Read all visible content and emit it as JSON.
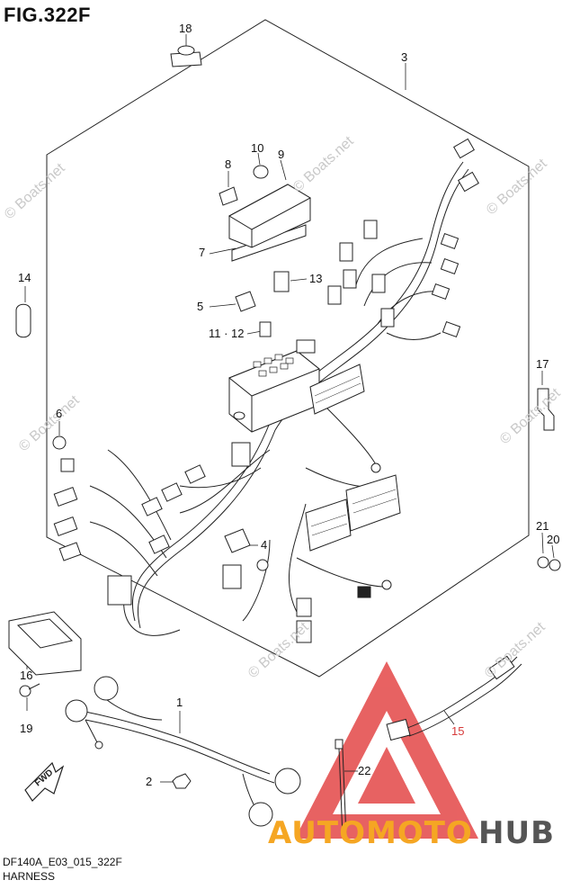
{
  "figure": {
    "title": "FIG.322F"
  },
  "callouts": {
    "c1": "1",
    "c2": "2",
    "c3": "3",
    "c4": "4",
    "c5": "5",
    "c6": "6",
    "c7": "7",
    "c8": "8",
    "c9": "9",
    "c10": "10",
    "c11_12": "11 · 12",
    "c13": "13",
    "c14": "14",
    "c15": "15",
    "c16": "16",
    "c17": "17",
    "c18": "18",
    "c19": "19",
    "c20": "20",
    "c21": "21",
    "c22": "22"
  },
  "watermarks": [
    "© Boats.net",
    "© Boats.net",
    "© Boats.net",
    "© Boats.net",
    "© Boats.net",
    "© Boats.net",
    "© Boats.net"
  ],
  "footer": {
    "code": "DF140A_E03_015_322F",
    "name": "HARNESS"
  },
  "brand": {
    "part1": "AUTOMOTO",
    "part2": "HUB",
    "color1": "#f5a623",
    "color2": "#555555",
    "triangle": "#e23b3b"
  }
}
